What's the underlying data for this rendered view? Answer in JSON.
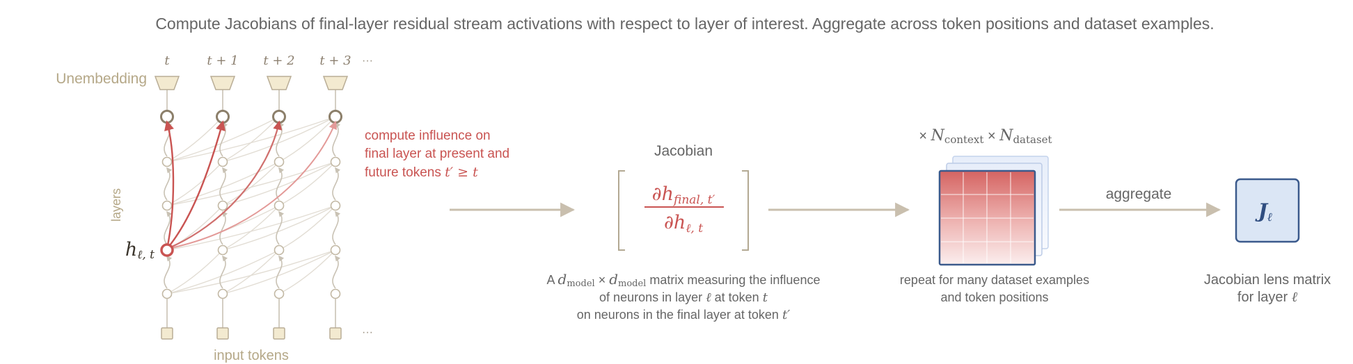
{
  "header": {
    "subtitle": "Compute Jacobians of final-layer residual stream activations with respect to layer of interest. Aggregate across token positions and dataset examples."
  },
  "network": {
    "column_labels": [
      "t",
      "t + 1",
      "t + 2",
      "t + 3"
    ],
    "ellipsis": "···",
    "unembedding_label": "Unembedding",
    "layers_label": "layers",
    "input_tokens_label": "input tokens",
    "h_symbol": "h",
    "h_subscript": "ℓ, t"
  },
  "influence_note": {
    "line1": "compute influence on",
    "line2": "final layer at present and",
    "line3": "future tokens ",
    "line3_math": "t′ ≥ t"
  },
  "jacobian": {
    "title": "Jacobian",
    "numerator_main": "∂h",
    "numerator_sub": "final, t′",
    "denominator_main": "∂h",
    "denominator_sub": "ℓ, t",
    "caption_line1_a": "A ",
    "caption_line1_d": "d",
    "caption_line1_sub": "model",
    "caption_line1_times": " × ",
    "caption_line1_tail": " matrix measuring the influence",
    "caption_line2_a": "of neurons in layer ",
    "caption_line2_l": "ℓ",
    "caption_line2_b": " at token ",
    "caption_line2_t": "t",
    "caption_line3_a": "on neurons in the final layer at token ",
    "caption_line3_t": "t′"
  },
  "stack": {
    "times1": "× ",
    "N": "N",
    "sub_context": "context",
    "times2": " × ",
    "sub_dataset": "dataset",
    "caption_line1": "repeat for many dataset examples",
    "caption_line2": "and token positions"
  },
  "aggregate": {
    "label": "aggregate"
  },
  "result": {
    "J": "J",
    "J_sub": "ℓ",
    "caption_line1": "Jacobian lens matrix",
    "caption_line2_a": "for layer ",
    "caption_line2_l": "ℓ"
  },
  "colors": {
    "text_gray": "#666666",
    "beige": "#b9ad96",
    "beige_fill": "#f3ead0",
    "red": "#c95452",
    "red_light": "#e39a98",
    "node_dark": "#8c7f6a",
    "blue": "#3b5a8c",
    "blue_fill": "#dbe6f5",
    "arrow": "#c9bfae"
  }
}
